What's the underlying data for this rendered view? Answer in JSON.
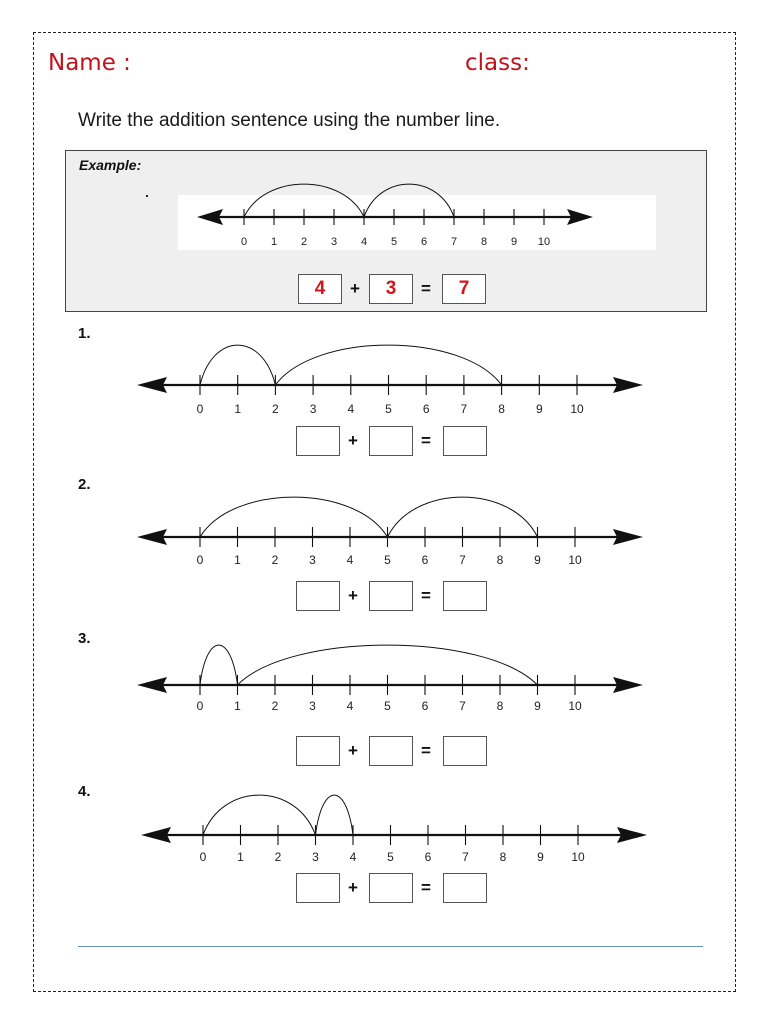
{
  "header": {
    "name_label": "Name :",
    "class_label": "class:"
  },
  "instruction": "Write the addition sentence using the number line.",
  "example": {
    "label": "Example:",
    "tick_labels": [
      "0",
      "1",
      "2",
      "3",
      "4",
      "5",
      "6",
      "7",
      "8",
      "9",
      "10"
    ],
    "jumps": [
      [
        0,
        4
      ],
      [
        4,
        7
      ]
    ],
    "equation": {
      "a": "4",
      "plus": "+",
      "b": "3",
      "equals": "=",
      "result": "7"
    }
  },
  "problems": [
    {
      "label": "1.",
      "tick_labels": [
        "0",
        "1",
        "2",
        "3",
        "4",
        "5",
        "6",
        "7",
        "8",
        "9",
        "10"
      ],
      "jumps": [
        [
          0,
          2
        ],
        [
          2,
          8
        ]
      ],
      "plus": "+",
      "equals": "="
    },
    {
      "label": "2.",
      "tick_labels": [
        "0",
        "1",
        "2",
        "3",
        "4",
        "5",
        "6",
        "7",
        "8",
        "9",
        "10"
      ],
      "jumps": [
        [
          0,
          5
        ],
        [
          5,
          9
        ]
      ],
      "plus": "+",
      "equals": "="
    },
    {
      "label": "3.",
      "tick_labels": [
        "0",
        "1",
        "2",
        "3",
        "4",
        "5",
        "6",
        "7",
        "8",
        "9",
        "10"
      ],
      "jumps": [
        [
          0,
          1
        ],
        [
          1,
          9
        ]
      ],
      "plus": "+",
      "equals": "="
    },
    {
      "label": "4.",
      "tick_labels": [
        "0",
        "1",
        "2",
        "3",
        "4",
        "5",
        "6",
        "7",
        "8",
        "9",
        "10"
      ],
      "jumps": [
        [
          0,
          3
        ],
        [
          3,
          4
        ]
      ],
      "plus": "+",
      "equals": "="
    }
  ]
}
